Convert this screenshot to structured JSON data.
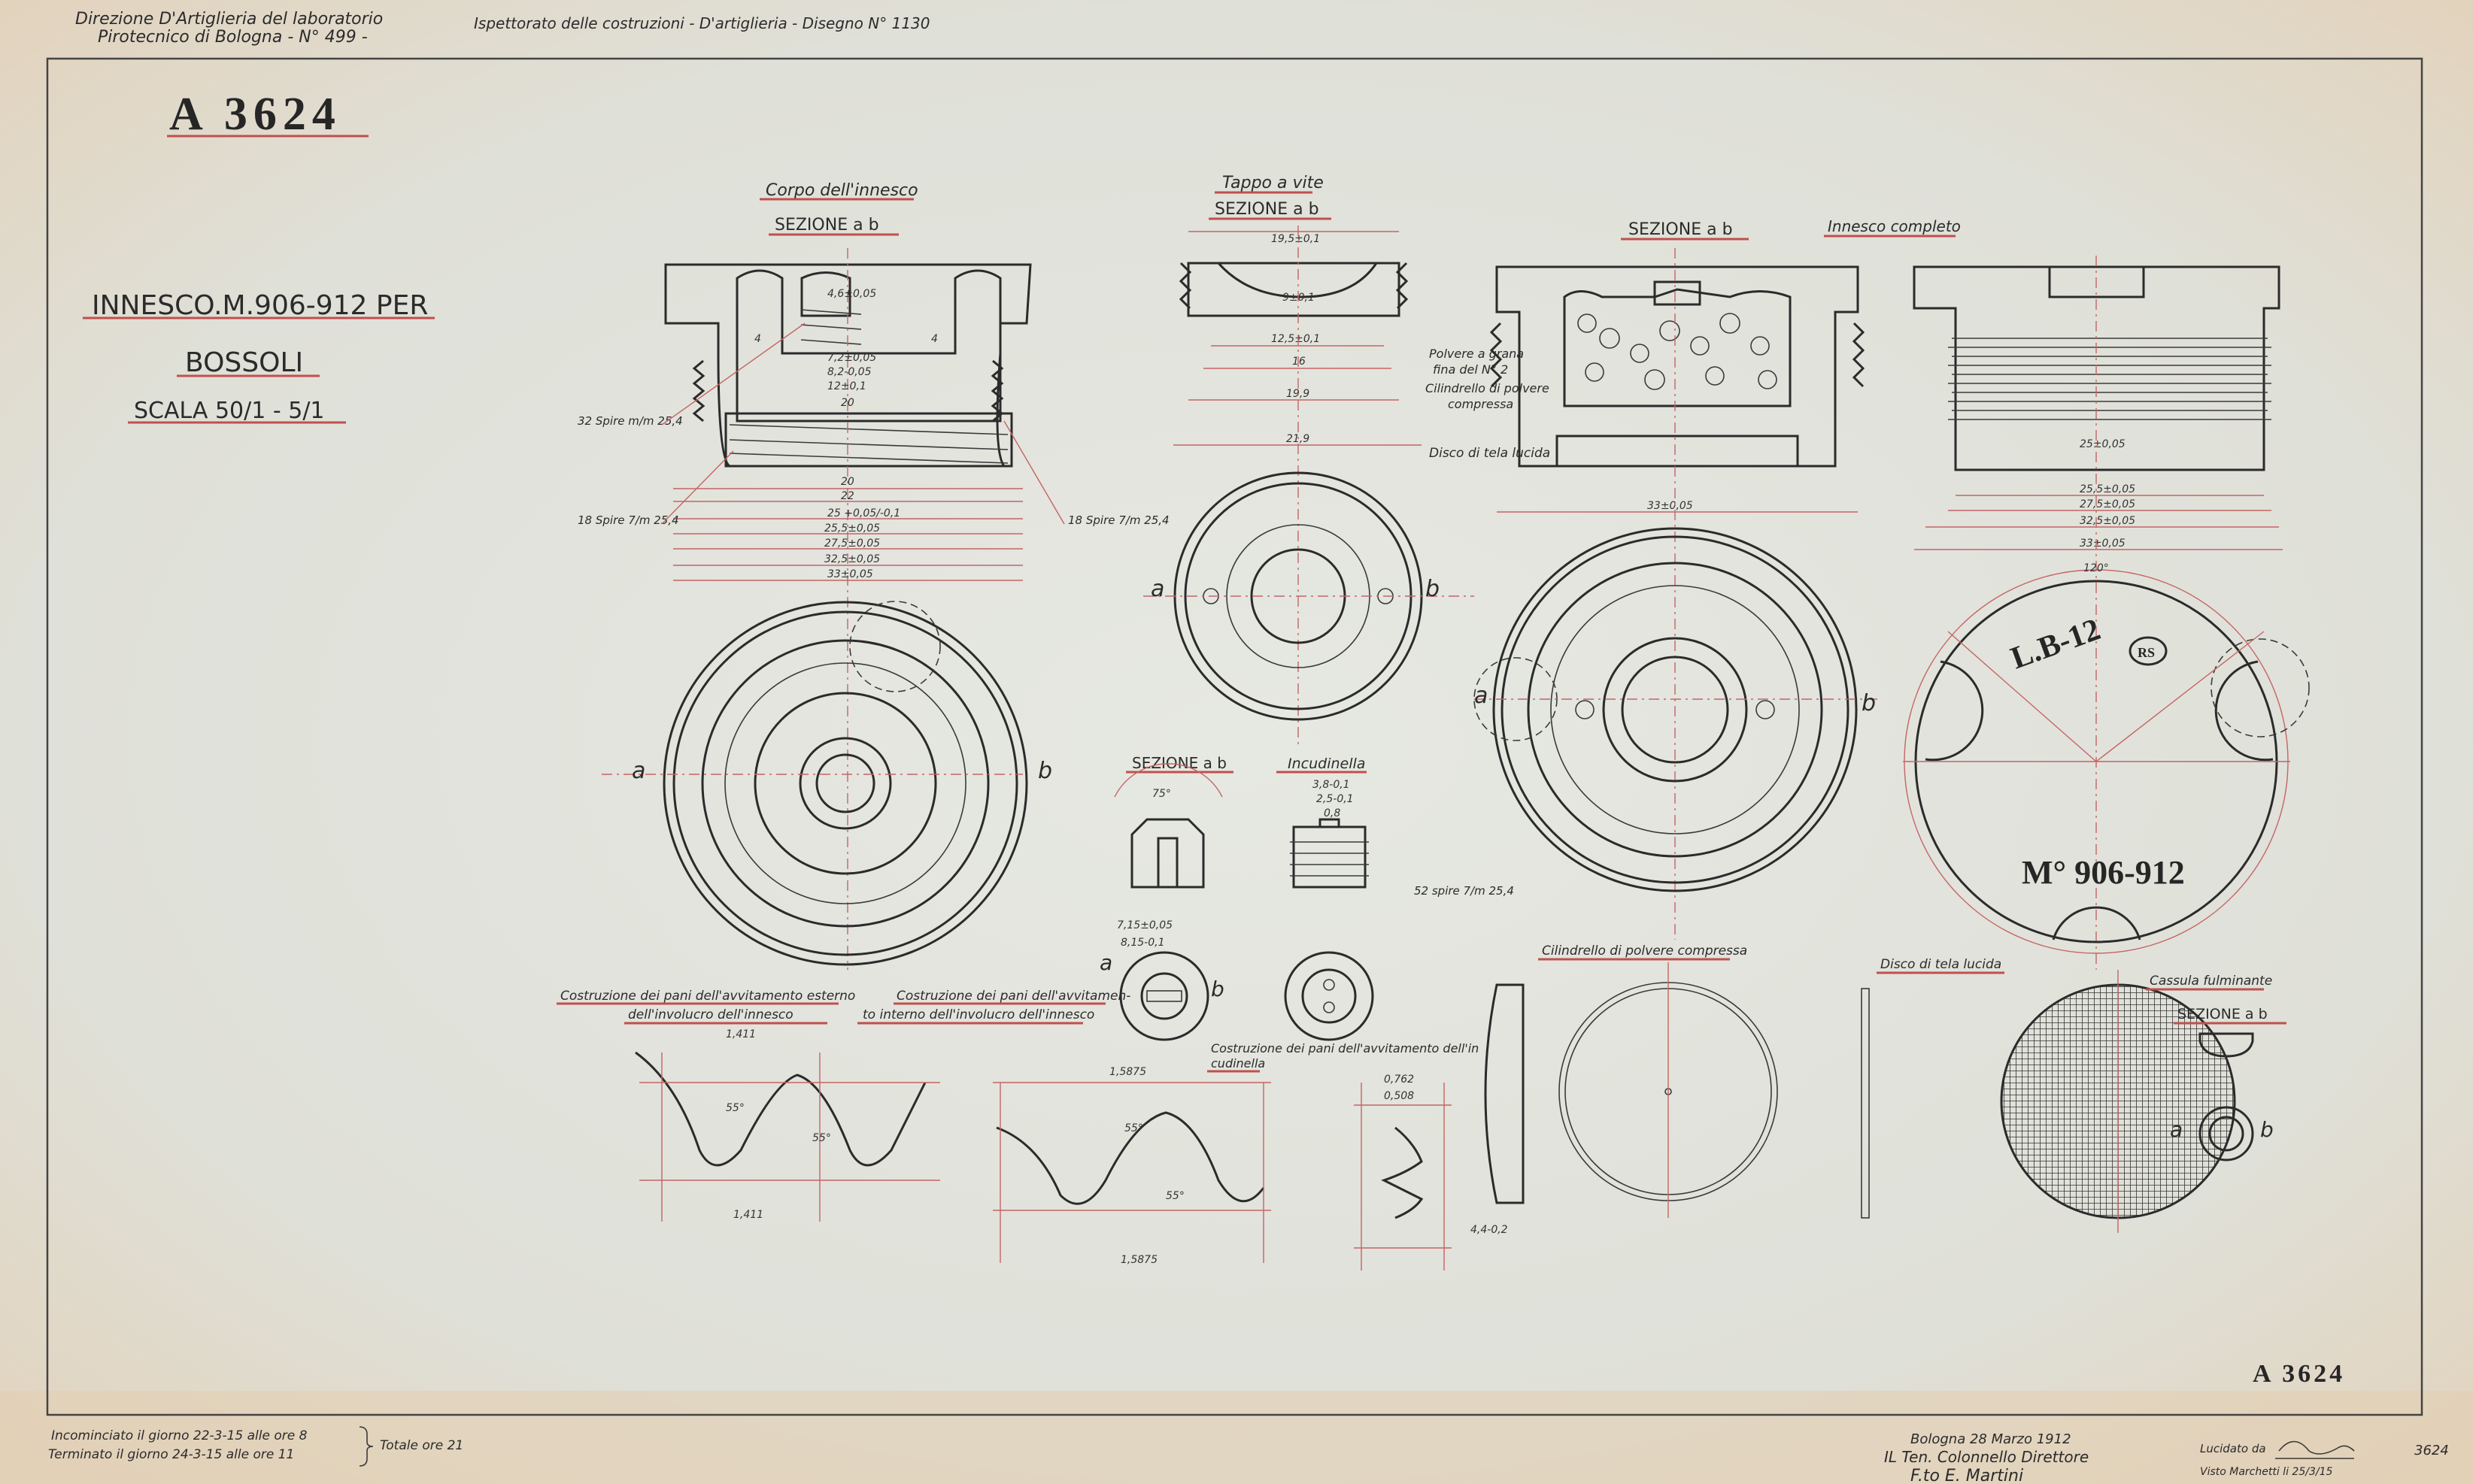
{
  "header": {
    "office_line1": "Direzione D'Artiglieria del laboratorio",
    "office_line2": "Pirotecnico di Bologna - N° 499 -",
    "inspectorate": "Ispettorato delle costruzioni - D'artiglieria - Disegno N° 1130"
  },
  "drawing_number": "A 3624",
  "title": {
    "line1": "INNESCO.M.906-912 PER",
    "line2": "BOSSOLI",
    "scale": "SCALA 50/1 - 5/1"
  },
  "views": {
    "corpo_title": "Corpo dell'innesco",
    "sezione_ab": "SEZIONE a b",
    "tappo_title": "Tappo a vite",
    "innesco_completo": "Innesco completo",
    "incudinella": "Incudinella",
    "cilindrello": "Cilindrello di polvere compressa",
    "disco": "Disco di tela lucida",
    "cassula": "Cassula fulminante",
    "costruzione_esterno_1": "Costruzione dei pani dell'avvitamento esterno",
    "costruzione_esterno_2": "dell'involucro dell'innesco",
    "costruzione_interno_1": "Costruzione dei pani dell'avvitamen-",
    "costruzione_interno_2": "to interno dell'involucro dell'innesco",
    "costruzione_incud_1": "Costruzione dei pani dell'avvitamento dell'in",
    "costruzione_incud_2": "cudinella"
  },
  "callouts": {
    "polvere_1": "Polvere a grana",
    "polvere_2": "fina del N° 2",
    "cilindrello_1": "Cilindrello di polvere",
    "cilindrello_2": "compressa",
    "disco": "Disco di tela lucida",
    "spire_32": "32 Spire m/m 25,4",
    "spire_18a": "18 Spire 7/m 25,4",
    "spire_18b": "18 Spire 7/m 25,4",
    "spire_52": "52 spire 7/m 25,4",
    "section_a": "a",
    "section_b": "b"
  },
  "marking": {
    "lb": "L.B-12",
    "rs": "RS",
    "model": "M° 906-912",
    "angle": "120°"
  },
  "dimensions": {
    "body": [
      "4,6±0,05",
      "7,2±0,05",
      "8,2-0,05",
      "12±0,1",
      "20",
      "20",
      "22",
      "25 +0,05/-0,1",
      "25,5±0,05",
      "27,5±0,05",
      "32,5±0,05",
      "33±0,05",
      "4",
      "4"
    ],
    "tappo": [
      "19,5±0,1",
      "9±0,1",
      "12,5±0,1",
      "16",
      "19,9",
      "21,9"
    ],
    "complete": [
      "33±0,05",
      "25±0,05",
      "25,5±0,05",
      "27,5±0,05",
      "32,5±0,05",
      "33±0,05"
    ],
    "thread": [
      "1,411",
      "1,411",
      "55°",
      "55°",
      "1,5875",
      "1,5875",
      "55°",
      "55°",
      "0,762",
      "0,508"
    ],
    "small": [
      "75°",
      "3,8-0,1",
      "2,5-0,1",
      "0,8",
      "7,15±0,05",
      "8,15-0,1",
      "4,4-0,2"
    ]
  },
  "footer": {
    "started": "Incominciato il giorno 22-3-15 alle ore 8",
    "finished": "Terminato il giorno 24-3-15 alle ore 11",
    "total": "Totale ore 21",
    "place_date": "Bologna 28 Marzo 1912",
    "director_title": "IL Ten. Colonnello Direttore",
    "director_name": "F.to E. Martini",
    "traced_by": "Lucidato da",
    "checked": "Visto Marchetti li 25/3/15",
    "sheet": "3624",
    "drawing_number_bottom": "A 3624"
  }
}
